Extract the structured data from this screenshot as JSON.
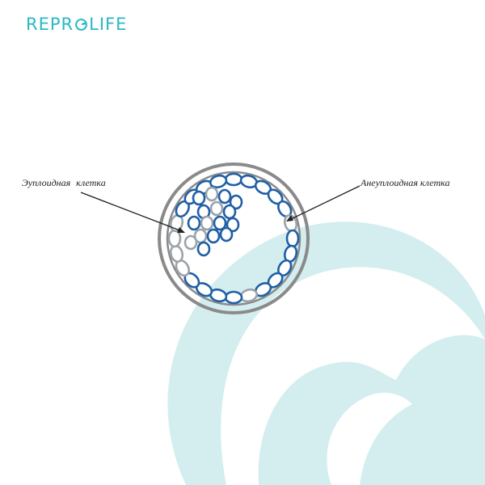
{
  "brand": {
    "name_left": "REPR",
    "name_right": "LIFE",
    "mark_icon": "leaf-o-icon",
    "color": "#2bb7c4"
  },
  "diagram": {
    "label_left": "Эуплоидная  клетка",
    "label_right": "Анеуплоидная клетка",
    "colors": {
      "euploid_cell": "#1f5fa5",
      "aneuploid_cell": "#9aa3aa",
      "zona_pellucida": "#8a8a8a",
      "background_graphic": "#d4eeef"
    }
  }
}
